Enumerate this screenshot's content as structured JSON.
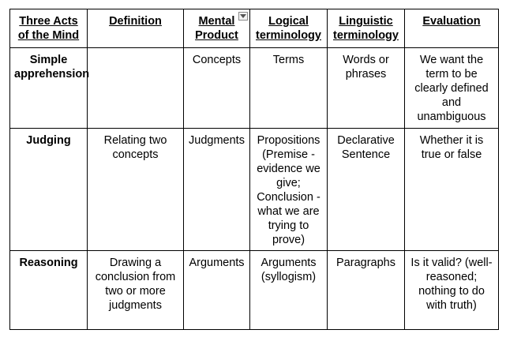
{
  "table": {
    "headers": [
      "Three Acts of the Mind",
      "Definition",
      "Mental Product",
      "Logical terminology",
      "Linguistic terminology",
      "Evaluation"
    ],
    "rows": [
      {
        "act": "Simple apprehension",
        "definition": "",
        "mental_product": "Concepts",
        "logical": "Terms",
        "linguistic": "Words or phrases",
        "evaluation": "We want the term to be clearly defined and unambiguous"
      },
      {
        "act": "Judging",
        "definition": "Relating two concepts",
        "mental_product": "Judgments",
        "logical": "Propositions (Premise - evidence we give; Conclusion - what we are trying to prove)",
        "linguistic": "Declarative Sentence",
        "evaluation": "Whether it is true or false"
      },
      {
        "act": "Reasoning",
        "definition": "Drawing a conclusion from two or more judgments",
        "mental_product": "Arguments",
        "logical": "Arguments (syllogism)",
        "linguistic": "Paragraphs",
        "evaluation": "Is it valid? (well-reasoned; nothing to do with truth)"
      }
    ]
  },
  "icons": {
    "column_filter": "dropdown-arrow-icon"
  }
}
